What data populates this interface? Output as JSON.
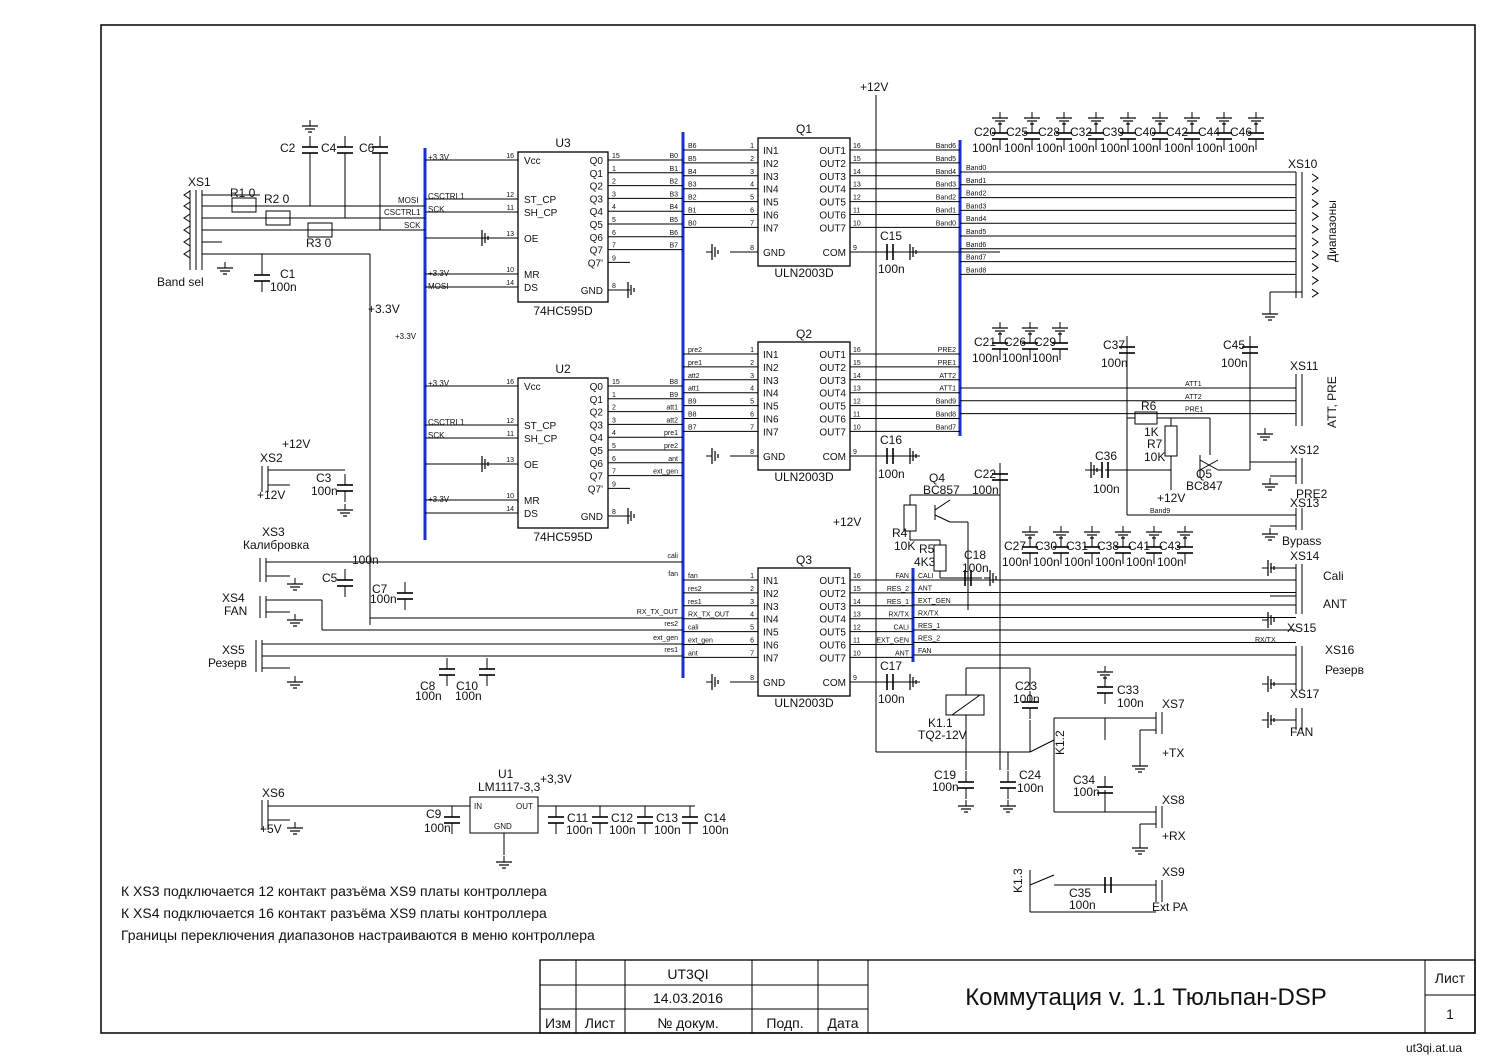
{
  "sheet": {
    "title": "Коммутация v. 1.1 Тюльпан-DSP",
    "author": "UT3QI",
    "date": "14.03.2016",
    "sheet_label": "Лист",
    "sheet_number": "1",
    "website": "ut3qi.at.ua",
    "stamp_cols": [
      "Изм",
      "Лист",
      "№ докум.",
      "Подп.",
      "Дата"
    ]
  },
  "notes": [
    "К XS3 подключается 12 контакт разъёма XS9 платы контроллера",
    "К XS4 подключается 16 контакт разъёма XS9 платы контроллера",
    "Границы переключения диапазонов настраиваются в меню контроллера"
  ],
  "rails": {
    "p12": "+12V",
    "p33": "+3.3V",
    "p33s": "+3,3V",
    "p33_regout": "+3,3V"
  },
  "ics": {
    "u3": {
      "ref": "U3",
      "part": "74HC595D",
      "left": [
        "Vcc",
        "ST_CP",
        "SH_CP",
        "OE",
        "MR",
        "DS"
      ],
      "left_num": [
        "16",
        "12",
        "11",
        "13",
        "10",
        "14"
      ],
      "right": [
        "Q0",
        "Q1",
        "Q2",
        "Q3",
        "Q4",
        "Q5",
        "Q6",
        "Q7",
        "Q7'",
        "GND"
      ],
      "right_num": [
        "15",
        "1",
        "2",
        "3",
        "4",
        "5",
        "6",
        "7",
        "9",
        "8"
      ]
    },
    "u2": {
      "ref": "U2",
      "part": "74HC595D",
      "left": [
        "Vcc",
        "ST_CP",
        "SH_CP",
        "OE",
        "MR",
        "DS"
      ],
      "left_num": [
        "16",
        "12",
        "11",
        "13",
        "10",
        "14"
      ],
      "right": [
        "Q0",
        "Q1",
        "Q2",
        "Q3",
        "Q4",
        "Q5",
        "Q6",
        "Q7",
        "Q7'",
        "GND"
      ],
      "right_num": [
        "15",
        "1",
        "2",
        "3",
        "4",
        "5",
        "6",
        "7",
        "9",
        "8"
      ]
    },
    "uln": {
      "left": [
        "IN1",
        "IN2",
        "IN3",
        "IN4",
        "IN5",
        "IN6",
        "IN7",
        "GND"
      ],
      "right": [
        "OUT1",
        "OUT2",
        "OUT3",
        "OUT4",
        "OUT5",
        "OUT6",
        "OUT7",
        "COM"
      ],
      "left_num": [
        "1",
        "2",
        "3",
        "4",
        "5",
        "6",
        "7",
        "8"
      ],
      "right_num": [
        "16",
        "15",
        "14",
        "13",
        "12",
        "11",
        "10",
        "9"
      ]
    },
    "q1": {
      "ref": "Q1",
      "part": "ULN2003D"
    },
    "q2": {
      "ref": "Q2",
      "part": "ULN2003D"
    },
    "q3": {
      "ref": "Q3",
      "part": "ULN2003D"
    },
    "u1": {
      "ref": "U1",
      "part": "LM1117-3,3",
      "in": "IN",
      "out": "OUT",
      "gnd": "GND"
    }
  },
  "nets": {
    "u3_out": [
      "B0",
      "B1",
      "B2",
      "B3",
      "B4",
      "B5",
      "B6",
      "B7"
    ],
    "q1_in": [
      "B6",
      "B5",
      "B4",
      "B3",
      "B2",
      "B1",
      "B0"
    ],
    "q1_out": [
      "Band6",
      "Band5",
      "Band4",
      "Band3",
      "Band2",
      "Band1",
      "Band0"
    ],
    "u2_out": [
      "B8",
      "B9",
      "att1",
      "att2",
      "pre1",
      "pre2",
      "ant",
      "ext_gen"
    ],
    "q2_in": [
      "pre2",
      "pre1",
      "att2",
      "att1",
      "B9",
      "B8",
      "B7"
    ],
    "q2_out": [
      "PRE2",
      "PRE1",
      "ATT2",
      "ATT1",
      "Band9",
      "Band8",
      "Band7"
    ],
    "q3_in": [
      "fan",
      "res2",
      "res1",
      "RX_TX_OUT",
      "cali",
      "ext_gen",
      "ant"
    ],
    "q3_out": [
      "FAN",
      "RES_2",
      "RES_1",
      "RX/TX",
      "CALI",
      "EXT_GEN",
      "ANT"
    ],
    "left_sig": [
      "MOSI",
      "CSCTRL1",
      "SCK",
      "CSCTRL1",
      "SCK",
      "MOSI"
    ],
    "bus_a": [
      "Band0",
      "Band1",
      "Band2",
      "Band3",
      "Band4",
      "Band5",
      "Band6",
      "Band7",
      "Band8"
    ],
    "bus_b": [
      "ATT1",
      "ATT2",
      "PRE1"
    ],
    "bus_c": [
      "CALI",
      "ANT",
      "EXT_GEN",
      "RX/TX",
      "RES_1",
      "RES_2",
      "FAN"
    ],
    "left_b": [
      "cali",
      "fan",
      "RX_TX_OUT",
      "fan",
      "cali",
      "res2",
      "ext_gen",
      "res1",
      "ant"
    ],
    "band9": "Band9",
    "rxtx": "RX/TX"
  },
  "connectors": {
    "xs1": "XS1",
    "xs1_label": "Band sel",
    "xs2": "XS2",
    "xs2_label": "+12V",
    "xs3": "XS3",
    "xs3_label": "Калибровка",
    "xs4": "XS4",
    "xs4_label": "FAN",
    "xs5": "XS5",
    "xs5_label": "Резерв",
    "xs6": "XS6",
    "xs6_label": "+5V",
    "xs7": "XS7",
    "xs7_label": "+TX",
    "xs8": "XS8",
    "xs8_label": "+RX",
    "xs9": "XS9",
    "xs9_label": "Ext PA",
    "xs10": "XS10",
    "xs10_label": "Диапазоны",
    "xs11": "XS11",
    "xs11_label": "ATT, PRE",
    "xs12": "XS12",
    "xs12_label": "PRE2",
    "xs13": "XS13",
    "xs13_label": "Bypass",
    "xs14": "XS14",
    "xs14_label": "Cali",
    "xs15": "XS15",
    "xs15_label": "ANT",
    "xs16": "XS16",
    "xs16_label": "Резерв",
    "xs17": "XS17",
    "xs17_label": "FAN"
  },
  "components": {
    "r1": "R1 0",
    "r2": "R2 0",
    "r3": "R3 0",
    "r4": "R4",
    "r4v": "10K",
    "r5": "R5",
    "r5v": "4K3",
    "r6": "R6",
    "r6v": "1K",
    "r7": "R7",
    "r7v": "10K",
    "q4": "Q4",
    "q4v": "BC857",
    "q5": "Q5",
    "q5v": "BC847",
    "k11": "K1.1",
    "k11v": "TQ2-12V",
    "k12": "K1.2",
    "k13": "K1.3",
    "c1": "C1",
    "c2": "C2",
    "c3": "C3",
    "c4": "C4",
    "c5": "C5",
    "c6": "C6",
    "c7": "C7",
    "c8": "C8",
    "c9": "C9",
    "c10": "C10",
    "c11": "C11",
    "c12": "C12",
    "c13": "C13",
    "c14": "C14",
    "c15": "C15",
    "c16": "C16",
    "c17": "C17",
    "c18": "C18",
    "c19": "C19",
    "c22": "C22",
    "c23": "C23",
    "c24": "C24",
    "c33": "C33",
    "c34": "C34",
    "c35": "C35",
    "c36": "C36",
    "c37": "C37",
    "c45": "C45",
    "cap_val": "100n",
    "row_a": [
      "C20",
      "C25",
      "C28",
      "C32",
      "C39",
      "C40",
      "C42",
      "C44",
      "C46"
    ],
    "row_b": [
      "C21",
      "C26",
      "C29"
    ],
    "row_c": [
      "C27",
      "C30",
      "C31",
      "C38",
      "C41",
      "C43"
    ]
  }
}
